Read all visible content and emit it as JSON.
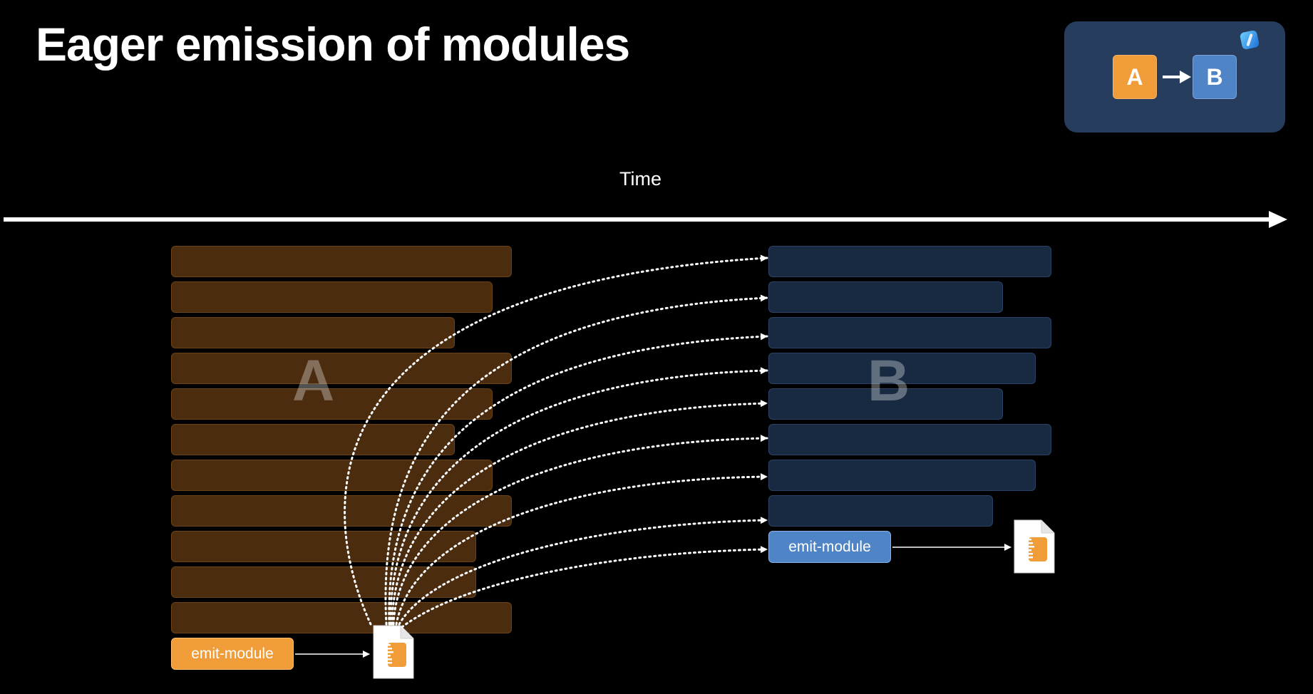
{
  "title": "Eager emission of modules",
  "mini_diagram": {
    "node_a": "A",
    "node_b": "B",
    "xcode_icon": "xcode-icon"
  },
  "timeline": {
    "label": "Time"
  },
  "module_a": {
    "label": "A",
    "emit_label": "emit-module",
    "color": "#f09c38",
    "bar_color": "#4b2c0f"
  },
  "module_b": {
    "label": "B",
    "emit_label": "emit-module",
    "color": "#4f84c6",
    "bar_color": "#172a42"
  },
  "icons": {
    "module_file": "swiftmodule-file-icon",
    "arrow": "arrow-icon"
  }
}
